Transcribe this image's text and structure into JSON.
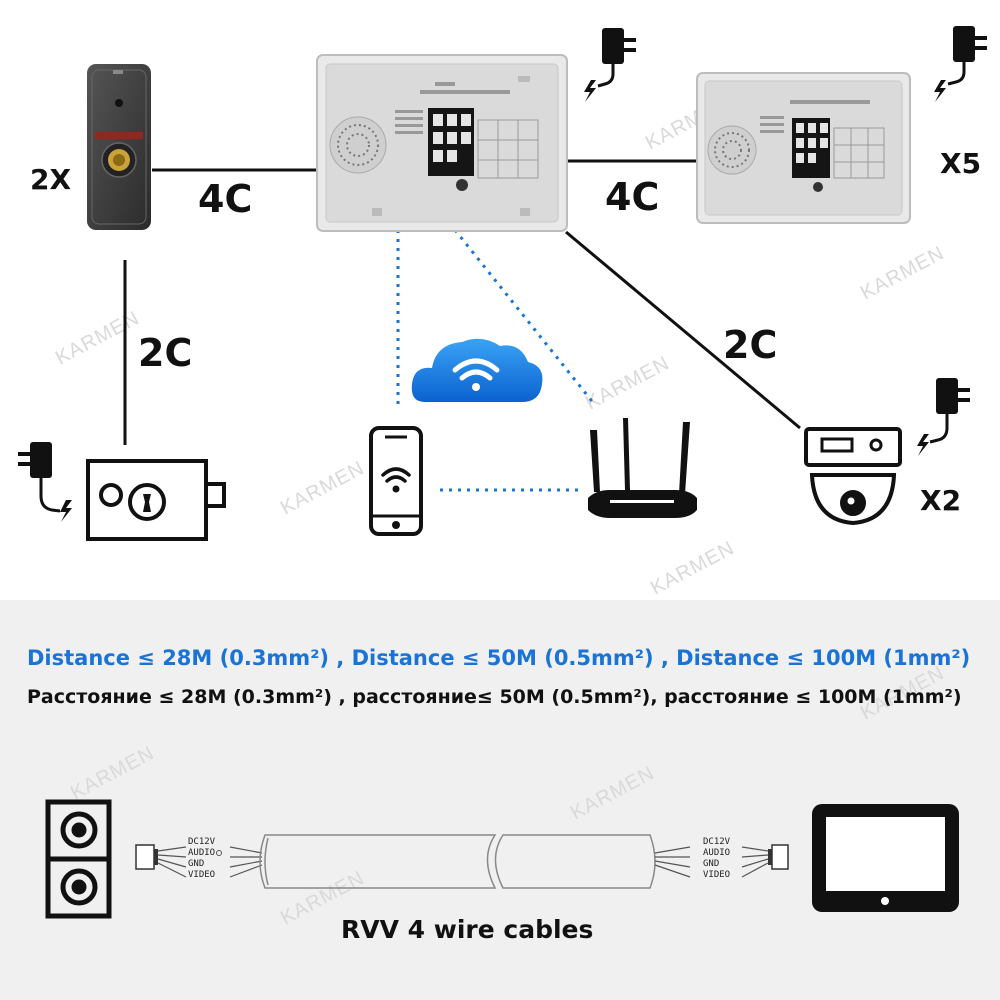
{
  "labels": {
    "count_outdoor": "2X",
    "count_monitor": "X5",
    "count_camera": "X2",
    "wire_4c_left": "4C",
    "wire_4c_right": "4C",
    "wire_2c_left": "2C",
    "wire_2c_right": "2C"
  },
  "watermark": "KARMEN",
  "distance": {
    "en": "Distance ≤ 28M (0.3mm²) ,  Distance ≤ 50M (0.5mm²) , Distance ≤ 100M (1mm²)",
    "ru": "Расстояние  ≤ 28M (0.3mm²) , расстояние≤ 50M (0.5mm²), расстояние ≤ 100M (1mm²)"
  },
  "cable": {
    "pins": [
      "DC12V",
      "AUDIO",
      "GND",
      "VIDEO"
    ],
    "caption": "RVV 4 wire cables"
  },
  "colors": {
    "accent": "#1a73d6",
    "panel_bg": "#f0f0f0",
    "line": "#111111"
  }
}
